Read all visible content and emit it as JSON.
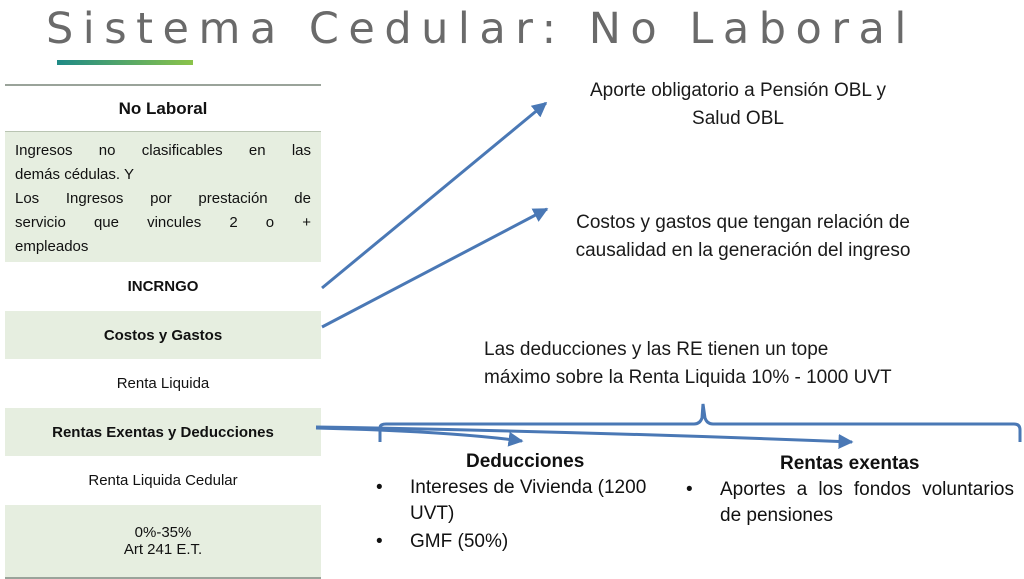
{
  "title": "Sistema Cedular: No Laboral",
  "table": {
    "header": "No Laboral",
    "description_lines": [
      "Ingresos no clasificables en las",
      "demás cédulas. Y",
      "Los Ingresos por prestación de",
      "servicio que vincules 2 o +",
      "empleados"
    ],
    "incrngo": "INCRNGO",
    "costos": "Costos y Gastos",
    "renta_liquida": "Renta Liquida",
    "rentas_exentas": "Rentas Exentas y Deducciones",
    "renta_cedular": "Renta Liquida Cedular",
    "tarifa_line1": "0%-35%",
    "tarifa_line2": "Art 241 E.T."
  },
  "notes": {
    "aporte_line1": "Aporte obligatorio a Pensión OBL y",
    "aporte_line2": "Salud OBL",
    "costos_line1": "Costos y gastos que tengan relación de",
    "costos_line2": "causalidad en la generación del ingreso",
    "tope_line1": "Las deducciones y las RE tienen un tope",
    "tope_line2": "máximo sobre la Renta Liquida 10% - 1000 UVT"
  },
  "deducciones": {
    "title": "Deducciones",
    "items": [
      "Intereses de Vivienda (1200 UVT)",
      "GMF (50%)"
    ]
  },
  "rentas_exentas": {
    "title": "Rentas exentas",
    "items": [
      "Aportes a los fondos voluntarios de pensiones"
    ]
  },
  "colors": {
    "title_text": "#6a6a6a",
    "accent_gradient_start": "#1f8a86",
    "accent_gradient_end": "#8bc34a",
    "row_shade": "#e6eee0",
    "arrow": "#4a78b5"
  }
}
